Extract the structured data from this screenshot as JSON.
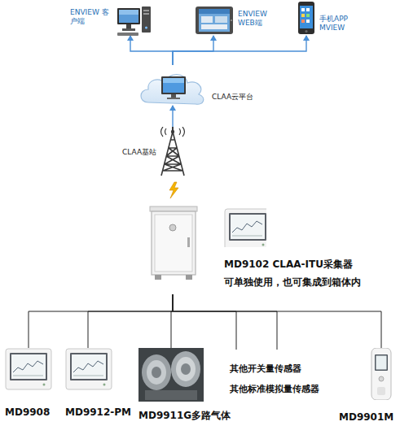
{
  "diagram": {
    "nodes": [
      {
        "text": [
          "ENVIEW 客户端"
        ]
      },
      {
        "text": [
          "ENVIEW WEB端"
        ]
      },
      {
        "text": [
          "手机APP MVIEW"
        ]
      },
      {
        "text": [
          "CLAA云平台"
        ]
      },
      {
        "text": [
          "CLAA基站"
        ]
      },
      {
        "text": [
          "MD9102 CLAA-ITU采集器",
          "可单独使用，也可集成到箱体内"
        ]
      },
      {
        "text": [
          "MD9908"
        ]
      },
      {
        "text": [
          "MD9912-PM"
        ]
      },
      {
        "text": [
          "MD9911G多路气体"
        ]
      },
      {
        "text": [
          "其他开关量传感器"
        ]
      },
      {
        "text": [
          "其他标准模拟量传感器"
        ]
      },
      {
        "text": [
          "MD9901M"
        ]
      }
    ],
    "edges": [
      {
        "from": 3,
        "to": 0,
        "arrow": "to"
      },
      {
        "from": 3,
        "to": 1,
        "arrow": "to"
      },
      {
        "from": 3,
        "to": 2,
        "arrow": "to"
      },
      {
        "from": 4,
        "to": 3,
        "arrow": "to"
      },
      {
        "from": 5,
        "to": 6,
        "arrow": "none"
      },
      {
        "from": 5,
        "to": 7,
        "arrow": "none"
      },
      {
        "from": 5,
        "to": 8,
        "arrow": "none"
      },
      {
        "from": 5,
        "to": 9,
        "arrow": "none"
      },
      {
        "from": 5,
        "to": 10,
        "arrow": "none"
      },
      {
        "from": 5,
        "to": 11,
        "arrow": "none"
      }
    ]
  }
}
